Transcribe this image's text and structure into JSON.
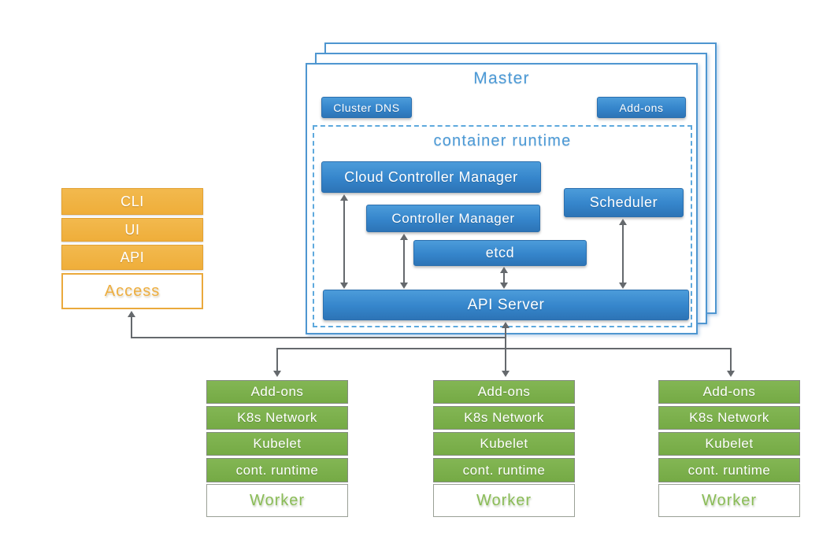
{
  "master": {
    "title": "Master",
    "badges": {
      "cluster_dns": "Cluster DNS",
      "addons": "Add-ons"
    },
    "container_runtime": {
      "title": "container runtime",
      "cloud_controller_manager": "Cloud Controller Manager",
      "controller_manager": "Controller Manager",
      "scheduler": "Scheduler",
      "etcd": "etcd",
      "api_server": "API Server"
    }
  },
  "access_stack": {
    "rows": [
      "CLI",
      "UI",
      "API"
    ],
    "label": "Access"
  },
  "workers": [
    {
      "rows": [
        "Add-ons",
        "K8s Network",
        "Kubelet",
        "cont. runtime"
      ],
      "label": "Worker"
    },
    {
      "rows": [
        "Add-ons",
        "K8s Network",
        "Kubelet",
        "cont. runtime"
      ],
      "label": "Worker"
    },
    {
      "rows": [
        "Add-ons",
        "K8s Network",
        "Kubelet",
        "cont. runtime"
      ],
      "label": "Worker"
    }
  ],
  "colors": {
    "blue_box_top": "#4c9cda",
    "blue_box_bottom": "#2d74b6",
    "blue_outline": "#4e96d0",
    "blue_dashed": "#5ea9dd",
    "blue_text": "#4c9ad6",
    "orange_fill": "#efae3a",
    "orange_text": "#eeae3f",
    "green_fill": "#79ad4a",
    "green_text": "#8abc56",
    "arrow_gray": "#65696d"
  }
}
